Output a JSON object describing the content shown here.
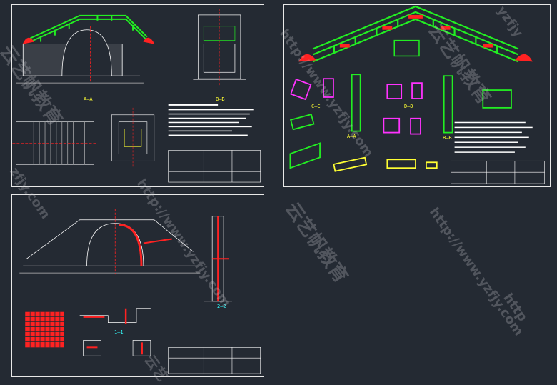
{
  "sheets": [
    {
      "id": "sheet-1",
      "labels": {
        "section_aa": "A—A",
        "section_bb": "B—B"
      }
    },
    {
      "id": "sheet-2",
      "labels": {
        "section_cc": "C—C",
        "section_dd": "D—D",
        "section_aa": "A—A",
        "section_bb": "B—B"
      }
    },
    {
      "id": "sheet-3",
      "labels": {
        "section_11": "1—1",
        "section_22": "2—2"
      }
    }
  ],
  "watermarks": {
    "url_1": "http://www.yzfjy.com",
    "url_2": "http://www.yzfjy.com",
    "url_3": "http://www.yzfjy.com",
    "brand_1": "云艺帆教育",
    "brand_2": "云艺帆教育",
    "brand_3": "云艺帆教育",
    "frag_1": "yzfjy",
    "frag_2": "http",
    "frag_3": "zfjy.com",
    "frag_4": "云艺"
  },
  "colors": {
    "background": "#242a33",
    "frame": "#e8e8e8",
    "green": "#22ee22",
    "red": "#ff2222",
    "magenta": "#ff33ff",
    "yellow": "#ffff33",
    "cyan": "#33ffff",
    "white": "#ffffff"
  }
}
